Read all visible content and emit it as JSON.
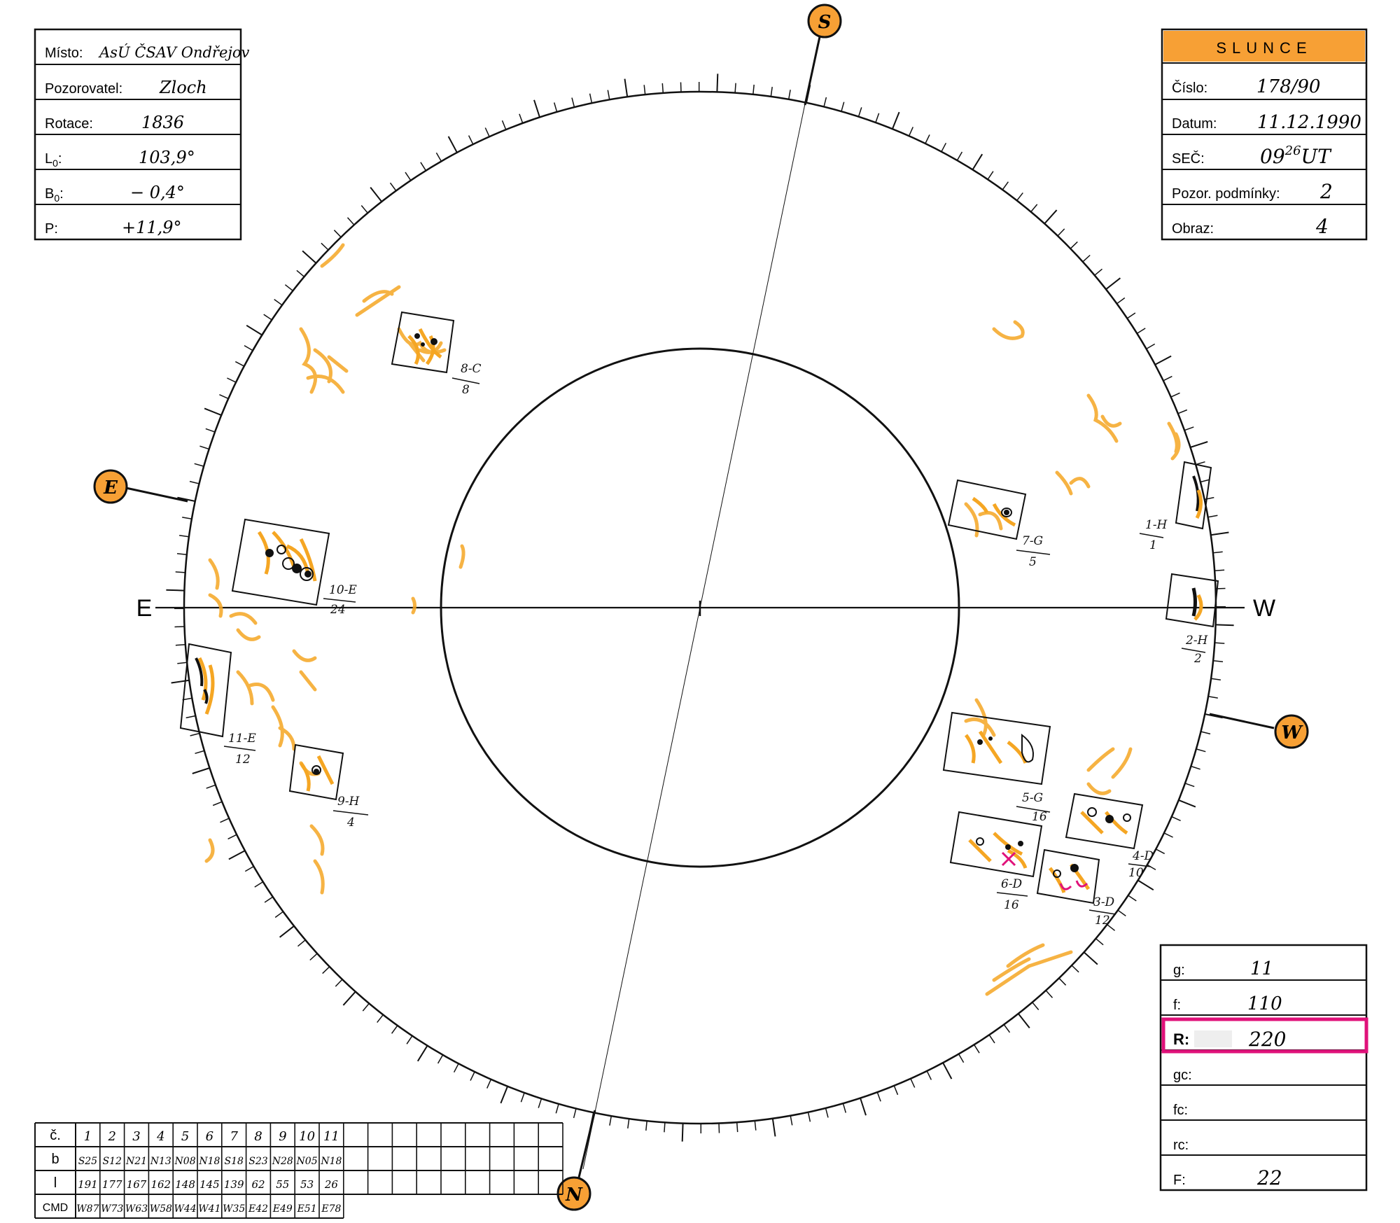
{
  "observation": {
    "misto_label": "Místo:",
    "misto_value": "AsÚ ČSAV Ondřejov",
    "pozorovatel_label": "Pozorovatel:",
    "pozorovatel_value": "Zloch",
    "rotace_label": "Rotace:",
    "rotace_value": "1836",
    "l0_label": "L",
    "l0_sub": "0",
    "l0_value": "103,9°",
    "b0_label": "B",
    "b0_sub": "0",
    "b0_value": "− 0,4°",
    "p_label": "P:",
    "p_value": "+11,9°"
  },
  "header": {
    "title": "SLUNCE",
    "cislo_label": "Číslo:",
    "cislo_value": "178/90",
    "datum_label": "Datum:",
    "datum_value": "11.12.1990",
    "sec_label": "SEČ:",
    "sec_value_main": "09",
    "sec_value_sup": "26",
    "sec_value_unit": "UT",
    "pozor_label": "Pozor. podmínky:",
    "pozor_value": "2",
    "obraz_label": "Obraz:",
    "obraz_value": "4"
  },
  "compass": {
    "top": "S",
    "bottom": "N",
    "left": "E",
    "right": "W",
    "axis_left": "E",
    "axis_right": "W"
  },
  "groups": [
    {
      "label": "8-C",
      "count": "8"
    },
    {
      "label": "7-G",
      "count": "5"
    },
    {
      "label": "1-H",
      "count": "1"
    },
    {
      "label": "10-E",
      "count": "24"
    },
    {
      "label": "2-H",
      "count": "2"
    },
    {
      "label": "11-E",
      "count": "12"
    },
    {
      "label": "9-H",
      "count": "4"
    },
    {
      "label": "5-G",
      "count": "16"
    },
    {
      "label": "4-D",
      "count": "10"
    },
    {
      "label": "6-D",
      "count": "16"
    },
    {
      "label": "3-D",
      "count": "12"
    }
  ],
  "stats": {
    "g_label": "g:",
    "g_value": "11",
    "f_label": "f:",
    "f_value": "110",
    "r_label": "R:",
    "r_value": "220",
    "gc_label": "gc:",
    "fc_label": "fc:",
    "rc_label": "rc:",
    "F_label": "F:",
    "F_value": "22",
    "highlight_color": "#e0127a"
  },
  "table": {
    "row_labels": [
      "č.",
      "b",
      "l",
      "CMD"
    ],
    "numbers": [
      "1",
      "2",
      "3",
      "4",
      "5",
      "6",
      "7",
      "8",
      "9",
      "10",
      "11"
    ],
    "b": [
      "S25",
      "S12",
      "N21",
      "N13",
      "N08",
      "N18",
      "S18",
      "S23",
      "N28",
      "N05",
      "N18"
    ],
    "l": [
      "191",
      "177",
      "167",
      "162",
      "148",
      "145",
      "139",
      "62",
      "55",
      "53",
      "26"
    ],
    "cmd": [
      "W87",
      "W73",
      "W63",
      "W58",
      "W44",
      "W41",
      "W35",
      "E42",
      "E49",
      "E51",
      "E78"
    ]
  },
  "colors": {
    "accent": "#f7a035",
    "faculae": "#f5a623",
    "ink": "#111111"
  }
}
